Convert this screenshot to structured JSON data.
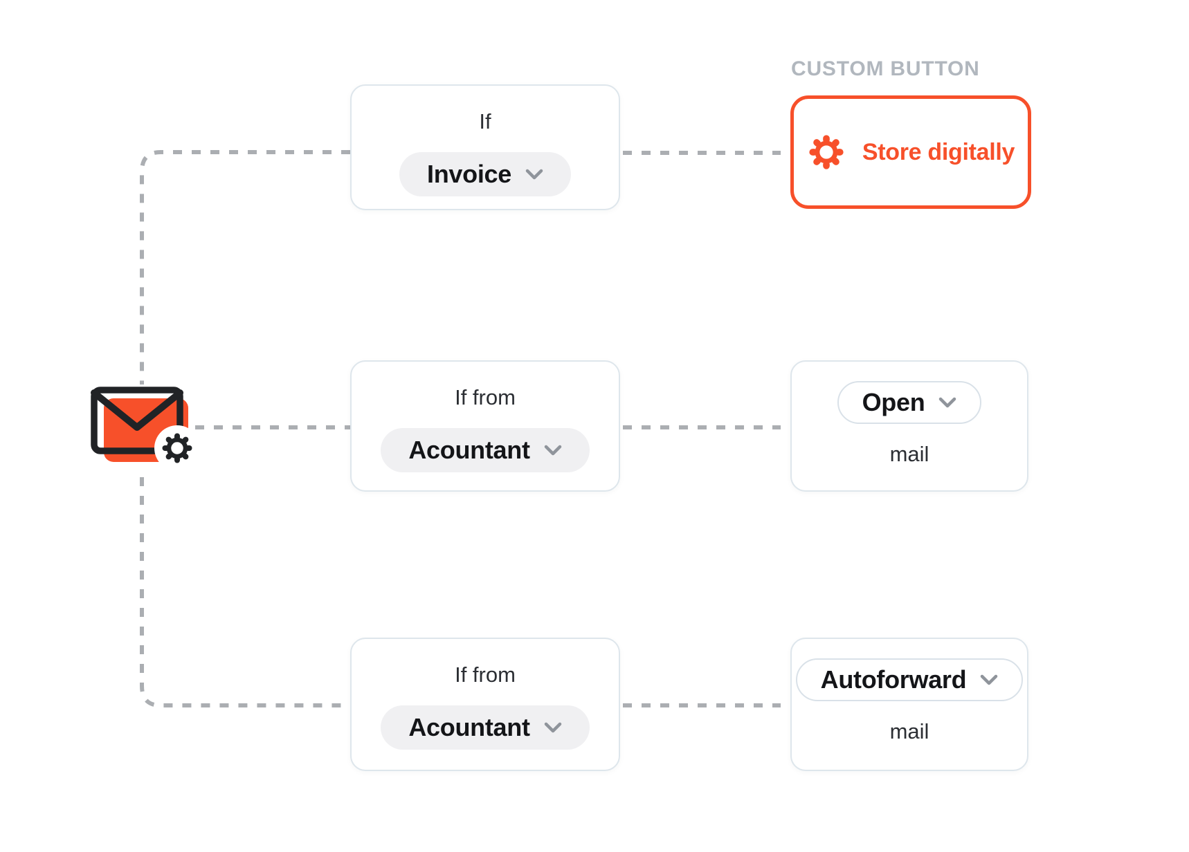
{
  "custom_button_badge": "CUSTOM BUTTON",
  "colors": {
    "accent_orange": "#F7502A",
    "dash_gray": "#ABAEB2",
    "box_border": "#DEE6EC",
    "pill_bg": "#F0F0F2",
    "badge_label_gray": "#B1B7BE",
    "text_dark": "#141518"
  },
  "trigger": {
    "icon": "mail-gear-icon"
  },
  "flow": {
    "rows": [
      {
        "condition_label": "If",
        "condition_value": "Invoice",
        "action_type": "custom-button",
        "action_icon": "gear-icon",
        "action_label": "Store digitally"
      },
      {
        "condition_label": "If from",
        "condition_value": "Acountant",
        "action_value": "Open",
        "action_suffix": "mail"
      },
      {
        "condition_label": "If from",
        "condition_value": "Acountant",
        "action_value": "Autoforward",
        "action_suffix": "mail"
      }
    ]
  }
}
